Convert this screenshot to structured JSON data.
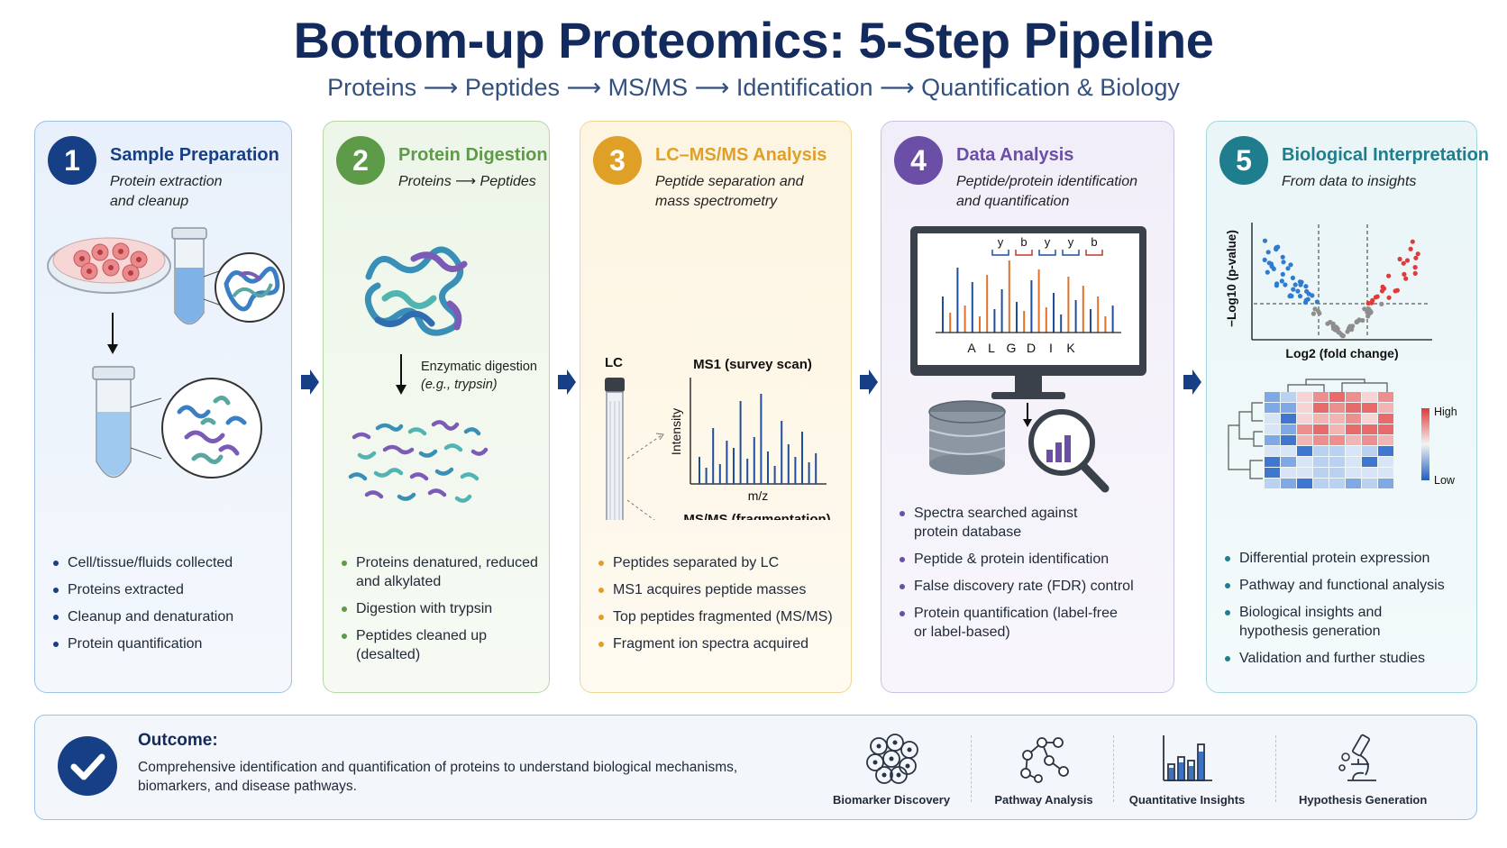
{
  "header": {
    "title": "Bottom-up Proteomics: 5-Step Pipeline",
    "subtitle": "Proteins ⟶ Peptides ⟶ MS/MS ⟶ Identification ⟶ Quantification & Biology"
  },
  "colors": {
    "step1": "#173f85",
    "step2": "#5e9b48",
    "step3": "#e0a027",
    "step4": "#6b4ea6",
    "step5": "#1f7e8d"
  },
  "steps": [
    {
      "number": "1",
      "title": "Sample Preparation",
      "subtitle": "Protein extraction\nand cleanup",
      "bullets": [
        "Cell/tissue/fluids collected",
        "Proteins extracted",
        "Cleanup and denaturation",
        "Protein quantification"
      ]
    },
    {
      "number": "2",
      "title": "Protein Digestion",
      "subtitle": "Proteins ⟶ Peptides",
      "diagram_label": "Enzymatic digestion",
      "diagram_label_italic": "(e.g., trypsin)",
      "bullets": [
        "Proteins denatured, reduced\nand alkylated",
        "Digestion with trypsin",
        "Peptides cleaned up (desalted)"
      ]
    },
    {
      "number": "3",
      "title": "LC–MS/MS Analysis",
      "subtitle": "Peptide separation and\nmass spectrometry",
      "column_label": "LC",
      "ms1_title": "MS1 (survey scan)",
      "ms2_title": "MS/MS (fragmentation)",
      "y_label": "Intensity",
      "x_label": "m/z",
      "bullets": [
        "Peptides separated by LC",
        "MS1 acquires peptide masses",
        "Top peptides fragmented (MS/MS)",
        "Fragment ion spectra acquired"
      ]
    },
    {
      "number": "4",
      "title": "Data Analysis",
      "subtitle": "Peptide/protein identification\nand quantification",
      "ion_labels": [
        "y",
        "b",
        "y",
        "y",
        "b"
      ],
      "sequence": [
        "A",
        "L",
        "G",
        "D",
        "I",
        "K"
      ],
      "bullets": [
        "Spectra searched against\nprotein database",
        "Peptide & protein identification",
        "False discovery rate (FDR) control",
        "Protein quantification (label-free\nor label-based)"
      ]
    },
    {
      "number": "5",
      "title": "Biological Interpretation",
      "subtitle": "From data to insights",
      "volcano_y_label": "−Log10 (p-value)",
      "volcano_x_label": "Log2 (fold change)",
      "heatmap_high": "High",
      "heatmap_low": "Low",
      "bullets": [
        "Differential protein expression",
        "Pathway and functional analysis",
        "Biological insights and\nhypothesis generation",
        "Validation and further studies"
      ]
    }
  ],
  "outcome": {
    "title": "Outcome:",
    "text": "Comprehensive identification and quantification of proteins to understand biological mechanisms, biomarkers, and disease pathways.",
    "items": [
      {
        "label": "Biomarker Discovery",
        "icon": "cells-icon"
      },
      {
        "label": "Pathway Analysis",
        "icon": "network-icon"
      },
      {
        "label": "Quantitative Insights",
        "icon": "bar-chart-icon"
      },
      {
        "label": "Hypothesis Generation",
        "icon": "microscope-icon"
      }
    ]
  }
}
